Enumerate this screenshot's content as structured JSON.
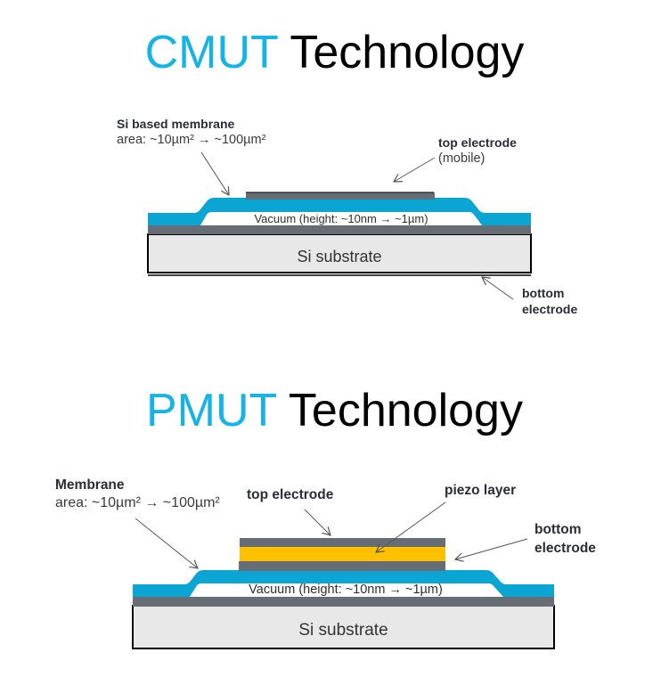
{
  "colors": {
    "accent_title": "#16b4e6",
    "membrane": "#0aa5d2",
    "electrode": "#666d74",
    "substrate_fill": "#e8e8e8",
    "piezo": "#ffc000",
    "text": "#333333"
  },
  "cmut": {
    "title_accent": "CMUT",
    "title_rest": " Technology",
    "membrane_label": {
      "heading": "Si based membrane",
      "detail": "area: ~10µm² → ~100µm²"
    },
    "top_electrode_label": {
      "heading": "top electrode",
      "detail": "(mobile)"
    },
    "bottom_electrode_label": {
      "heading_line1": "bottom",
      "heading_line2": "electrode"
    },
    "vacuum_label": "Vacuum  (height: ~10nm → ~1µm)",
    "substrate_label": "Si substrate"
  },
  "pmut": {
    "title_accent": "PMUT",
    "title_rest": " Technology",
    "membrane_label": {
      "heading": "Membrane",
      "detail": "area: ~10µm² → ~100µm²"
    },
    "top_electrode_label": "top electrode",
    "piezo_label": "piezo layer",
    "bottom_electrode_label": {
      "heading_line1": "bottom",
      "heading_line2": "electrode"
    },
    "vacuum_label": "Vacuum  (height: ~10nm → ~1µm)",
    "substrate_label": "Si substrate"
  }
}
